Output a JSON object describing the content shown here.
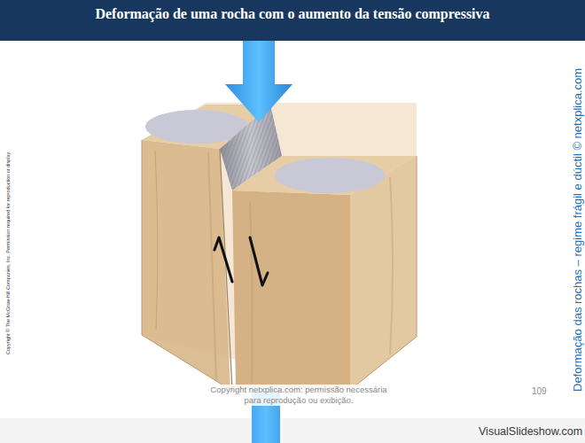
{
  "diagram": {
    "title": "Deformação de uma rocha com o aumento da tensão compressiva",
    "labels": [
      "Copyright © The McGraw-Hill Companies, Inc. Permission required for reproduction or display.",
      "Deformação das rochas – regime frágil e dúctil © netxplica.com",
      "Copyright netxplica.com: permissão necessária para reprodução ou exibição.",
      "109",
      "VisualSlideshow.com"
    ]
  }
}
